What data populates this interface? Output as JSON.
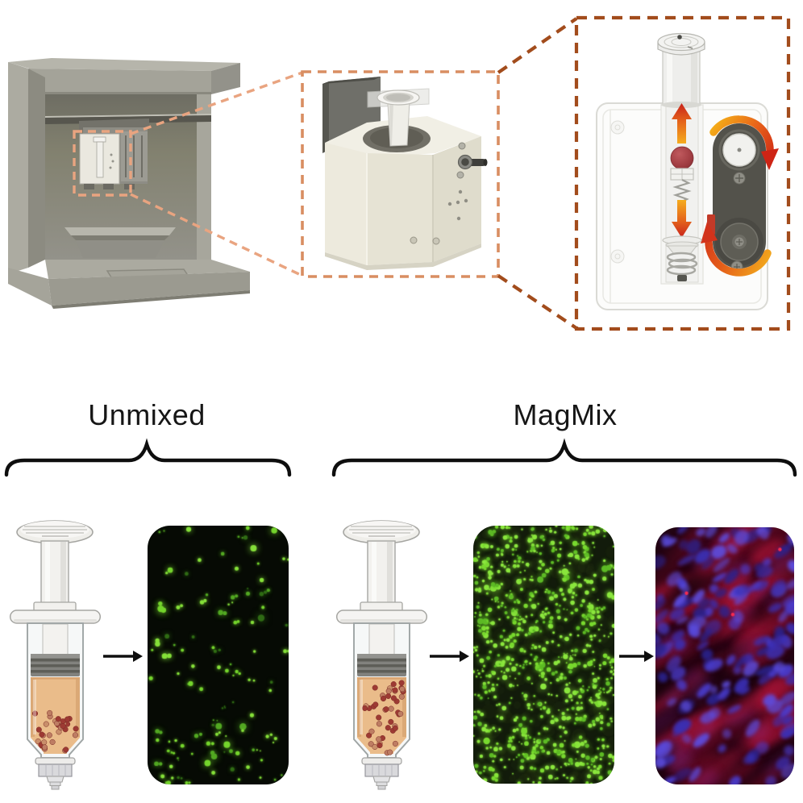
{
  "labels": {
    "unmixed": "Unmixed",
    "magmix": "MagMix"
  },
  "colors": {
    "background": "#FFFFFF",
    "callout_light": "#E9A480",
    "callout_mid": "#D98E62",
    "callout_dark": "#A24C1C",
    "brace": "#0E0E0E",
    "flow_arrow": "#0E0E0E",
    "syringe_liquid": "#EABC8A",
    "particle_dark": "#9D3A33",
    "particle_light": "#BE7D63",
    "particle_tan": "#C98F6B",
    "magnet_ball": "#A03C41",
    "mech_arrow_red": "#C8221B",
    "mech_arrow_orange": "#F5AC1E",
    "fluor_green": "#85E039"
  },
  "fluorescence": {
    "unmixed": {
      "bg": "#060A04",
      "dot_colors": [
        "#85E039",
        "#74D42C",
        "#52A822",
        "#2F6B14"
      ],
      "dot_count": 85,
      "bottom_cluster": 30,
      "mottle_count": 0,
      "seed": 7,
      "density": "sparse"
    },
    "magmix": {
      "bg": "#121B0B",
      "dot_colors": [
        "#8BE63E",
        "#79D92F",
        "#5DBA25"
      ],
      "dot_count": 720,
      "bottom_cluster": 0,
      "mottle_count": 240,
      "seed": 13,
      "density": "dense"
    }
  },
  "tissue": {
    "bg": "#230413",
    "red_colors": [
      "#8E0F2E",
      "#A81538",
      "#6E0B24",
      "#C11A40"
    ],
    "blue_colors": [
      "#4A3ED2",
      "#3A30B5",
      "#5C4EE0",
      "#2A2390"
    ],
    "dark_streaks": 16,
    "red_count": 60,
    "blue_count": 150,
    "magenta_count": 24,
    "speck_count": 3,
    "seed": 21
  },
  "syringes": {
    "unmixed": {
      "particle_count": 32,
      "distribution": "settled",
      "seed": 3
    },
    "magmix": {
      "particle_count": 46,
      "distribution": "suspended",
      "seed": 5
    }
  }
}
